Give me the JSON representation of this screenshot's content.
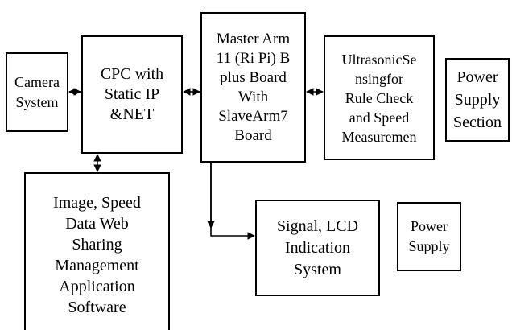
{
  "diagram": {
    "camera_system": "Camera\nSystem",
    "cpc": "CPC with\nStatic IP\n&NET",
    "master_board": "Master Arm\n11 (Ri Pi) B\nplus Board\nWith\nSlaveArm7\nBoard",
    "ultrasonic": "UltrasonicSe\nnsingfor\nRule Check\nand Speed\nMeasuremen",
    "power_supply_section": "Power\nSupply\nSection",
    "image_software": "Image, Speed\nData Web\nSharing\nManagement\nApplication\nSoftware",
    "signal_lcd": "Signal, LCD\nIndication\nSystem",
    "power_supply": "Power\nSupply"
  },
  "colors": {
    "line": "#000000",
    "background": "#ffffff"
  }
}
